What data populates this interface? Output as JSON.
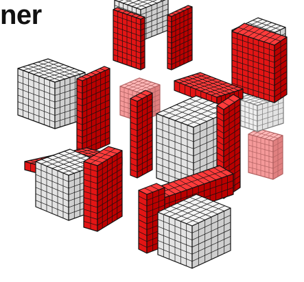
{
  "title": "ner",
  "colors": {
    "red_top": "#ff3b3b",
    "red_left": "#e31515",
    "red_right": "#bb0000",
    "white_top": "#f4f4f4",
    "white_left": "#e4e4e4",
    "white_right": "#cfcfcf",
    "faded_red_top": "#ffb8b8",
    "faded_red_left": "#f59a9a",
    "faded_red_right": "#e08080",
    "edge": "#111111"
  },
  "objects": [
    {
      "name": "back-white-cube",
      "kind": "white-cube",
      "faded": false
    },
    {
      "name": "back-red-block-left",
      "kind": "red-block",
      "faded": false
    },
    {
      "name": "back-red-block-right",
      "kind": "red-block",
      "faded": false
    },
    {
      "name": "back-faded-red-block",
      "kind": "red-block",
      "faded": true
    },
    {
      "name": "right-white-cube",
      "kind": "white-cube",
      "faded": false
    },
    {
      "name": "right-red-block",
      "kind": "red-block",
      "faded": false
    },
    {
      "name": "right-faded-white-cube",
      "kind": "white-cube",
      "faded": true
    },
    {
      "name": "right-faded-red-block",
      "kind": "red-block",
      "faded": true
    },
    {
      "name": "left-white-cube-upper",
      "kind": "white-cube",
      "faded": false
    },
    {
      "name": "left-red-block-tall",
      "kind": "red-block",
      "faded": false
    },
    {
      "name": "left-red-slab-middle",
      "kind": "red-block",
      "faded": false
    },
    {
      "name": "left-white-cube-lower",
      "kind": "white-cube",
      "faded": false
    },
    {
      "name": "left-red-block-lower",
      "kind": "red-block",
      "faded": false
    },
    {
      "name": "center-white-cube",
      "kind": "white-cube",
      "faded": false
    },
    {
      "name": "center-red-block-left",
      "kind": "red-block",
      "faded": false
    },
    {
      "name": "center-red-block-top",
      "kind": "red-block",
      "faded": false
    },
    {
      "name": "center-red-block-right",
      "kind": "red-block",
      "faded": false
    },
    {
      "name": "front-red-slab",
      "kind": "red-block",
      "faded": false
    },
    {
      "name": "front-red-block-left",
      "kind": "red-block",
      "faded": false
    },
    {
      "name": "front-white-cube",
      "kind": "white-cube",
      "faded": false
    }
  ]
}
